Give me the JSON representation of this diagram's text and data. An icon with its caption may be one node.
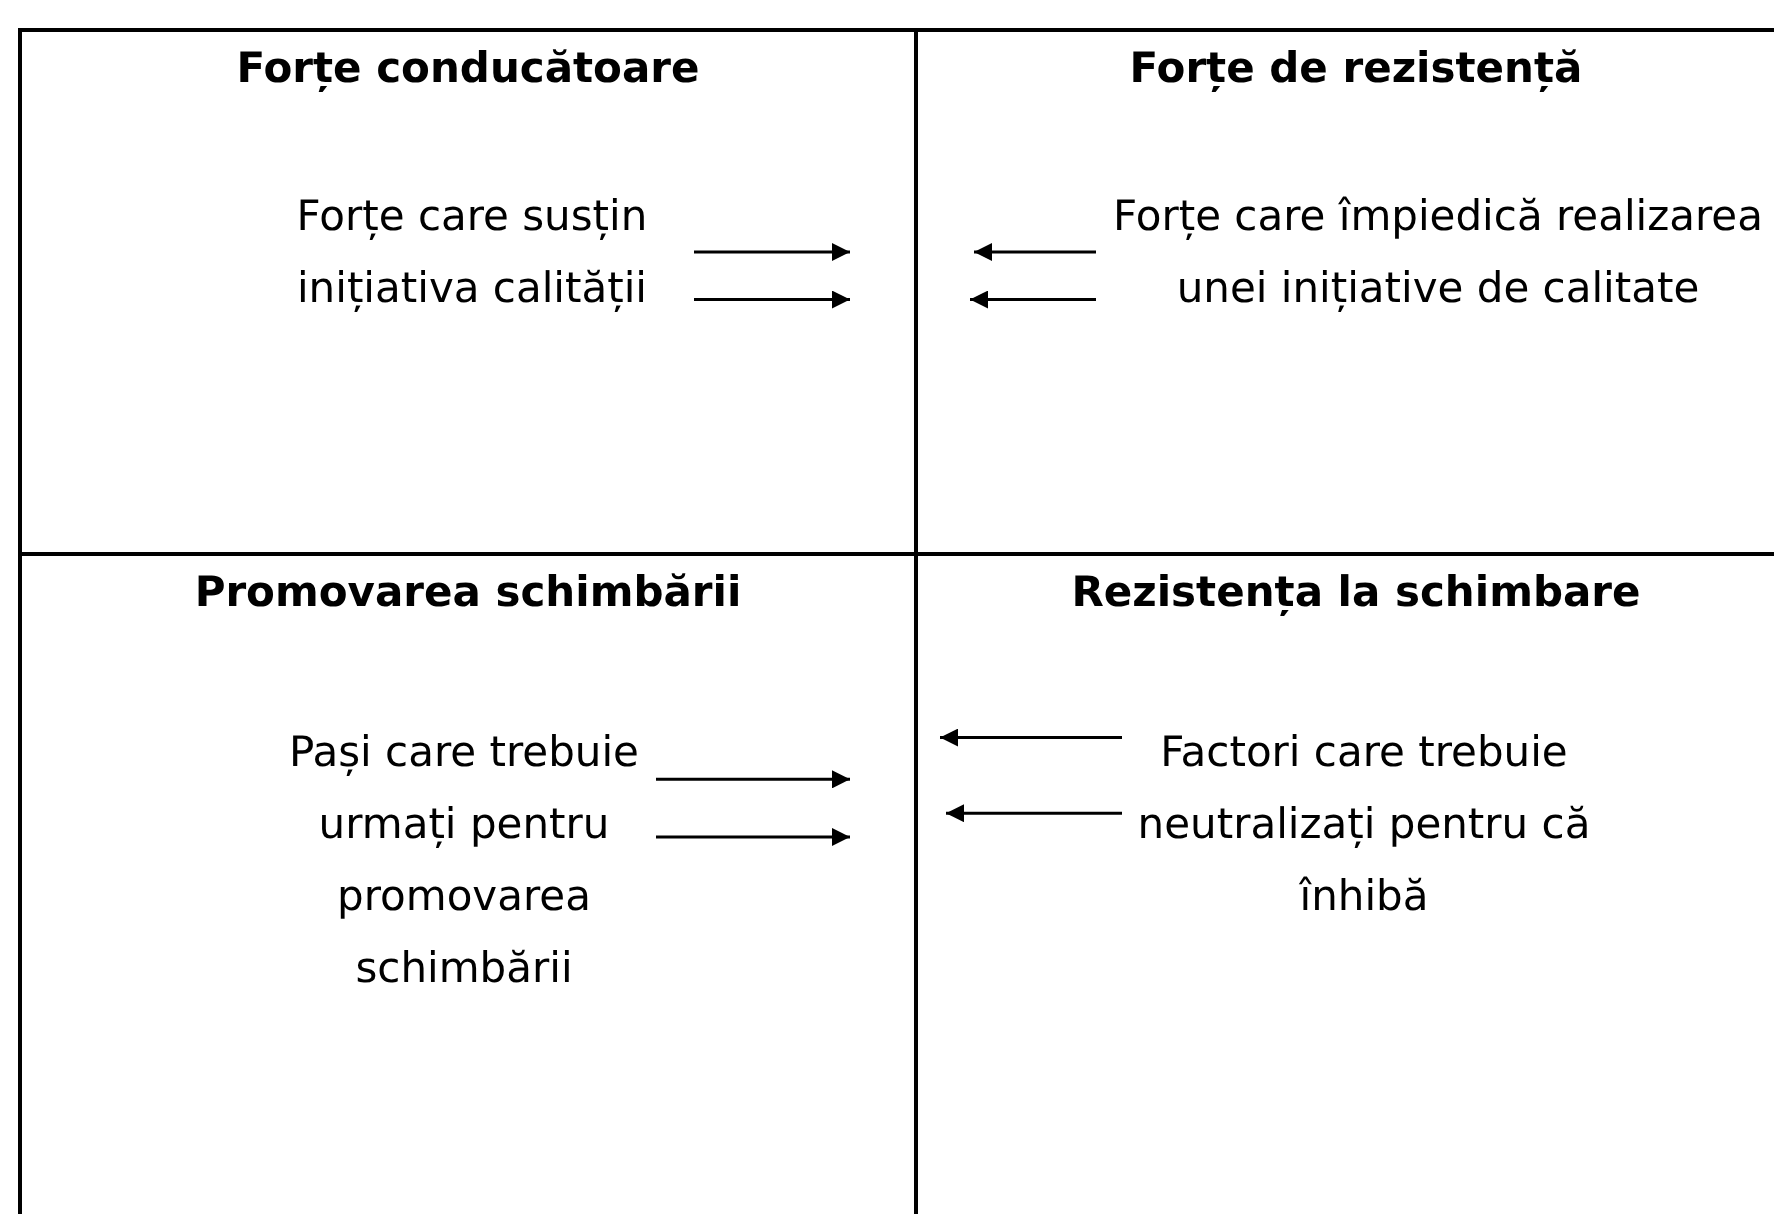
{
  "diagram": {
    "nodes": [
      {
        "text": [
          "Forțe conducătoare"
        ]
      },
      {
        "text": [
          "Forțe care susțin inițiativa calității"
        ],
        "in": 0
      },
      {
        "text": [
          "Forțe de rezistență"
        ]
      },
      {
        "text": [
          "Forțe care împiedică realizarea unei inițiative de calitate"
        ],
        "in": 2
      },
      {
        "text": [
          "Promovarea schimbării"
        ]
      },
      {
        "text": [
          "Pași care trebuie urmați pentru promovarea schimbării"
        ],
        "in": 4
      },
      {
        "text": [
          "Rezistența la schimbare"
        ]
      },
      {
        "text": [
          "Factori care trebuie neutralizați pentru că înhibă"
        ],
        "in": 6
      }
    ],
    "edges": [
      {
        "from": 1,
        "to": null,
        "arrow": "to"
      },
      {
        "from": 1,
        "to": null,
        "arrow": "to"
      },
      {
        "from": 3,
        "to": null,
        "arrow": "to"
      },
      {
        "from": 3,
        "to": null,
        "arrow": "to"
      },
      {
        "from": 5,
        "to": null,
        "arrow": "to"
      },
      {
        "from": 5,
        "to": null,
        "arrow": "to"
      },
      {
        "from": 7,
        "to": null,
        "arrow": "to"
      },
      {
        "from": 7,
        "to": null,
        "arrow": "to"
      }
    ]
  }
}
